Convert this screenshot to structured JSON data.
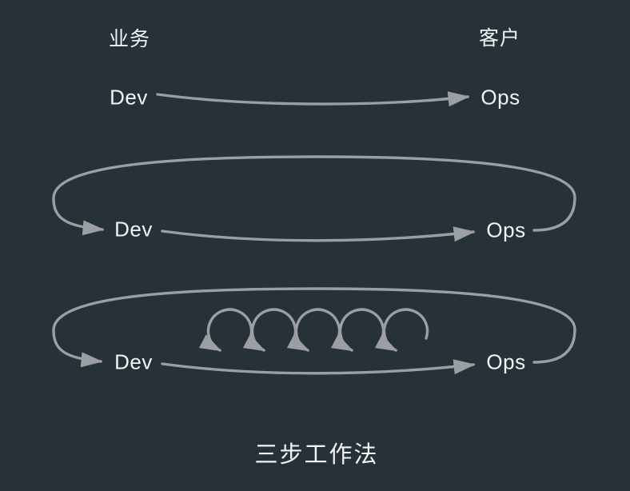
{
  "page": {
    "background_color": "#273138",
    "line_color": "#9b9fa1",
    "text_color": "#f2f4f4"
  },
  "header": {
    "business_label": "业务",
    "customer_label": "客户"
  },
  "flow1": {
    "dev_label": "Dev",
    "ops_label": "Ops"
  },
  "flow2": {
    "dev_label": "Dev",
    "ops_label": "Ops"
  },
  "flow3": {
    "dev_label": "Dev",
    "ops_label": "Ops",
    "iteration_loop_count": 5
  },
  "caption": {
    "title": "三步工作法"
  }
}
